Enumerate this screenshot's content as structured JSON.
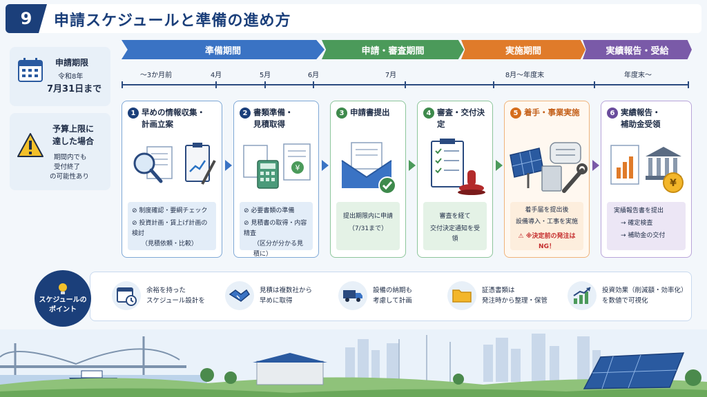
{
  "header": {
    "number": "9",
    "title": "申請スケジュールと準備の進め方"
  },
  "side": {
    "deadline": {
      "title": "申請期限",
      "era": "令和8年",
      "date": "7月31日まで"
    },
    "budget": {
      "title": "予算上限に達した場合",
      "title_l1": "予算上限に",
      "title_l2": "達した場合",
      "note_l1": "期間内でも",
      "note_l2": "受付終了",
      "note_l3": "の可能性あり"
    }
  },
  "phases": [
    {
      "label": "準備期間",
      "color": "#3a73c4"
    },
    {
      "label": "申請・審査期間",
      "color": "#4b9a5a"
    },
    {
      "label": "実施期間",
      "color": "#e07b2a"
    },
    {
      "label": "実績報告・受給",
      "color": "#7a5aa8"
    }
  ],
  "timeline": [
    "〜3か月前",
    "4月",
    "5月",
    "6月",
    "7月",
    "8月〜年度末",
    "年度末〜"
  ],
  "steps": [
    {
      "num": "1",
      "title_l1": "早めの情報収集・",
      "title_l2": "計画立案",
      "lines": [
        "⊘ 制度確認・要綱チェック",
        "⊘ 投資計画・賃上げ計画の検討",
        "（見積依頼・比較）"
      ],
      "color": "#1b3f7a",
      "border": "#7fa8d6",
      "boxbg": "#e3edf8"
    },
    {
      "num": "2",
      "title_l1": "書類準備・",
      "title_l2": "見積取得",
      "lines": [
        "⊘ 必要書類の準備",
        "⊘ 見積書の取得・内容精査",
        "（区分が分かる見積に）"
      ],
      "color": "#1b3f7a",
      "border": "#7fa8d6",
      "boxbg": "#e3edf8"
    },
    {
      "num": "3",
      "title_l1": "申請書提出",
      "title_l2": "",
      "lines": [
        "提出期限内に申請",
        "（7/31まで）"
      ],
      "color": "#3e8a4c",
      "border": "#8cc59a",
      "boxbg": "#e4f2e6"
    },
    {
      "num": "4",
      "title_l1": "審査・交付決定",
      "title_l2": "",
      "lines": [
        "審査を経て",
        "交付決定通知を受領"
      ],
      "color": "#3e8a4c",
      "border": "#8cc59a",
      "boxbg": "#e4f2e6"
    },
    {
      "num": "5",
      "title_l1": "着手・事業実施",
      "title_l2": "",
      "lines": [
        "着手届を提出後",
        "設備導入・工事を実施",
        "⚠ ※決定前の発注はNG！"
      ],
      "color": "#d56d1d",
      "border": "#f0b37a",
      "boxbg": "#fdeedd"
    },
    {
      "num": "6",
      "title_l1": "実績報告・",
      "title_l2": "補助金受領",
      "lines": [
        "実績報告書を提出",
        "→ 確定検査",
        "→ 補助金の交付"
      ],
      "color": "#6a4c9c",
      "border": "#b9a4d9",
      "boxbg": "#ece6f5"
    }
  ],
  "tips": {
    "badge_l1": "スケジュールの",
    "badge_l2": "ポイント",
    "items": [
      {
        "l1": "余裕を持った",
        "l2": "スケジュール設計を",
        "icon": "calendar-clock-icon"
      },
      {
        "l1": "見積は複数社から",
        "l2": "早めに取得",
        "icon": "handshake-icon"
      },
      {
        "l1": "設備の納期も",
        "l2": "考慮して計画",
        "icon": "truck-icon"
      },
      {
        "l1": "証憑書類は",
        "l2": "発注時から整理・保管",
        "icon": "folder-icon"
      },
      {
        "l1": "投資効果（削減額・効率化）",
        "l2": "を数値で可視化",
        "icon": "growth-chart-icon"
      }
    ]
  }
}
